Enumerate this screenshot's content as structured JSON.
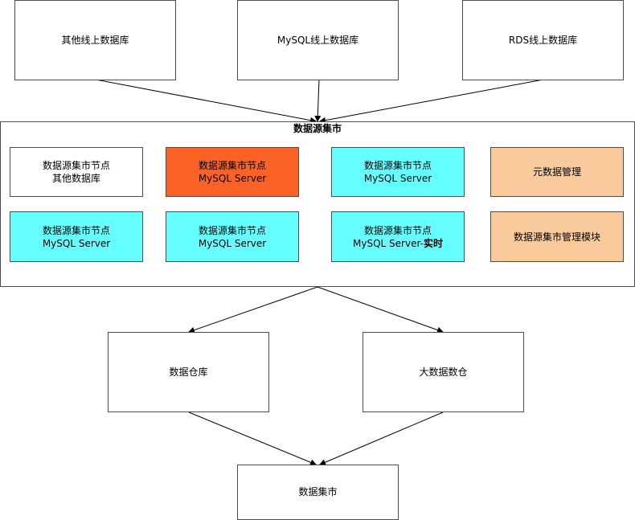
{
  "sources": {
    "other": "其他线上数据库",
    "mysql": "MySQL线上数据库",
    "rds": "RDS线上数据库"
  },
  "mart": {
    "title": "数据源集市",
    "nodes": [
      {
        "line1": "数据源集市节点",
        "line2": "其他数据库"
      },
      {
        "line1": "数据源集市节点",
        "line2": "MySQL Server"
      },
      {
        "line1": "数据源集市节点",
        "line2": "MySQL Server"
      },
      {
        "line1": "元数据管理"
      },
      {
        "line1": "数据源集市节点",
        "line2": "MySQL Server"
      },
      {
        "line1": "数据源集市节点",
        "line2": "MySQL Server"
      },
      {
        "line1": "数据源集市节点",
        "line2": "MySQL Server-",
        "line2_bold": "实时"
      },
      {
        "line1": "数据源集市管理模块"
      }
    ]
  },
  "warehouse": "数据仓库",
  "bigdata": "大数据数仓",
  "datamart": "数据集市",
  "colors": {
    "orange": "#fa6325",
    "cyan": "#66ffff",
    "peach": "#f8ca9c",
    "border": "#4d4d4d"
  }
}
